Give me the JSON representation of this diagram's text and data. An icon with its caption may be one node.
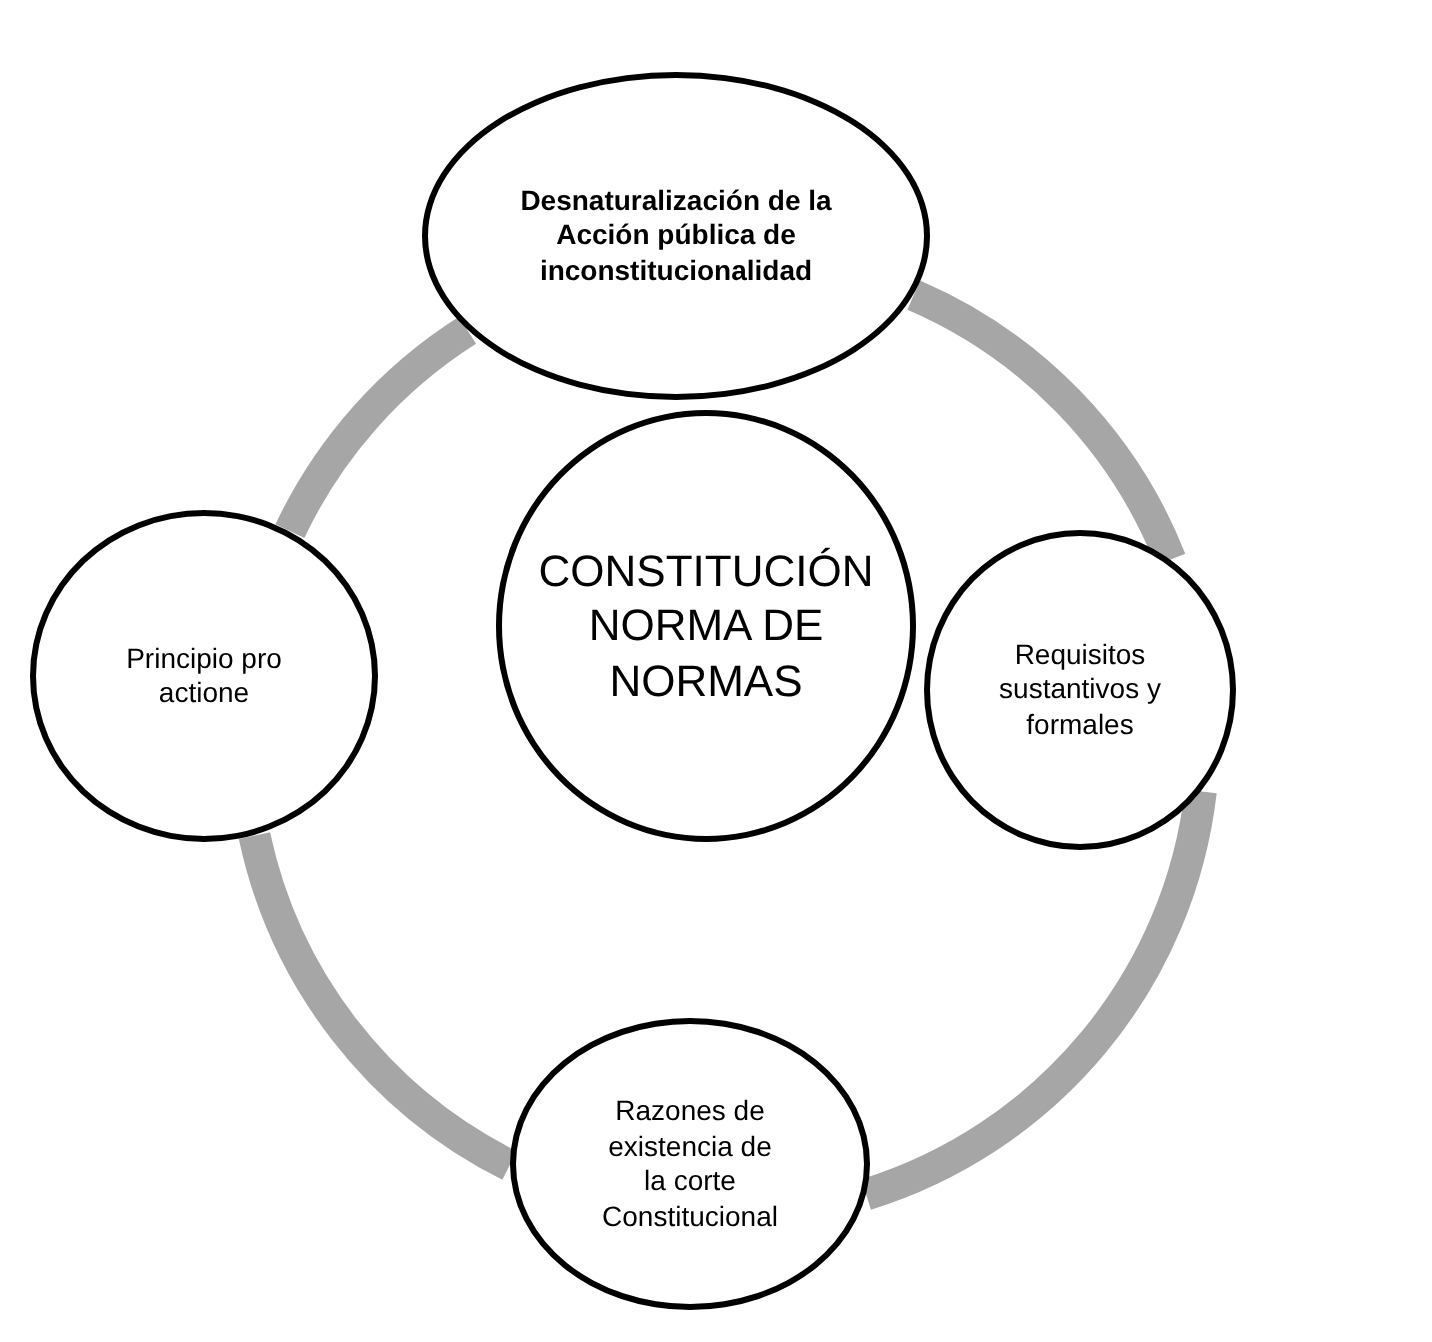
{
  "diagram": {
    "nodes": [
      {
        "text": [
          "Desnaturalización de la Acción pública de inconstitucionalidad"
        ]
      },
      {
        "text": [
          "Principio pro actione"
        ]
      },
      {
        "text": [
          "CONSTITUCIÓN NORMA DE NORMAS"
        ]
      },
      {
        "text": [
          "Requisitos sustantivos y formales"
        ]
      },
      {
        "text": [
          "Razones de existencia de la corte Constitucional"
        ]
      }
    ],
    "edges": [
      {
        "from": 0,
        "to": 3,
        "arrow": "none"
      },
      {
        "from": 3,
        "to": 4,
        "arrow": "none"
      },
      {
        "from": 4,
        "to": 1,
        "arrow": "none"
      },
      {
        "from": 1,
        "to": 0,
        "arrow": "none"
      }
    ]
  }
}
